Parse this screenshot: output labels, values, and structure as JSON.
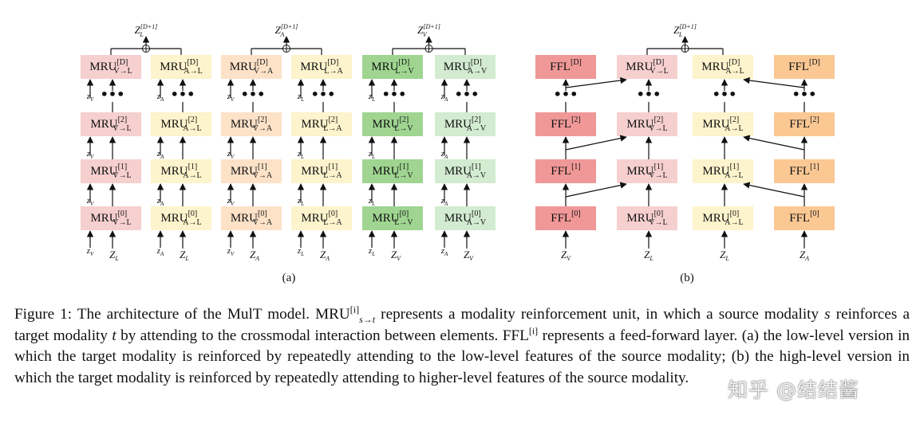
{
  "colors": {
    "red": "#f09898",
    "pink": "#f6cfcf",
    "yellow": "#fdf3cc",
    "peach": "#fde2c8",
    "orange": "#fbc894",
    "green": "#9fd591",
    "lightgreen": "#d3ebd0"
  },
  "figure": {
    "panel_a_label": "(a)",
    "panel_b_label": "(b)",
    "mru_word": "MRU",
    "ffl_word": "FFL",
    "dots": "•••",
    "levels": [
      "[0]",
      "[1]",
      "[2]",
      "[D]"
    ],
    "top_output_sup": "[D+1]",
    "panel_a_groups": [
      {
        "output": "Z",
        "output_sub": "L",
        "columns": [
          {
            "sub": "V→L",
            "input": "z",
            "input_sub": "V",
            "bottom_input": "z",
            "bottom_input_sub": "V",
            "color": "pink"
          },
          {
            "sub": "A→L",
            "input": "z",
            "input_sub": "A",
            "bottom_input": "z",
            "bottom_input_sub": "A",
            "color": "yellow"
          }
        ],
        "base_input": "Z",
        "base_input_sub": "L"
      },
      {
        "output": "Z",
        "output_sub": "A",
        "columns": [
          {
            "sub": "V→A",
            "input": "z",
            "input_sub": "V",
            "bottom_input": "z",
            "bottom_input_sub": "V",
            "color": "peach"
          },
          {
            "sub": "L→A",
            "input": "z",
            "input_sub": "L",
            "bottom_input": "z",
            "bottom_input_sub": "L",
            "color": "yellow"
          }
        ],
        "base_input": "Z",
        "base_input_sub": "A"
      },
      {
        "output": "Z",
        "output_sub": "V",
        "columns": [
          {
            "sub": "L→V",
            "input": "z",
            "input_sub": "L",
            "bottom_input": "z",
            "bottom_input_sub": "L",
            "color": "green"
          },
          {
            "sub": "A→V",
            "input": "z",
            "input_sub": "A",
            "bottom_input": "z",
            "bottom_input_sub": "A",
            "color": "lightgreen"
          }
        ],
        "base_input": "Z",
        "base_input_sub": "V"
      }
    ],
    "panel_b": {
      "output": "Z",
      "output_sub": "L",
      "columns": [
        {
          "kind": "FFL",
          "color": "red",
          "input": "Z",
          "input_sub": "V"
        },
        {
          "kind": "MRU",
          "sub": "V→L",
          "color": "pink",
          "input": "Z",
          "input_sub": "L"
        },
        {
          "kind": "MRU",
          "sub": "A→L",
          "color": "yellow",
          "input": "Z",
          "input_sub": "L"
        },
        {
          "kind": "FFL",
          "color": "orange",
          "input": "Z",
          "input_sub": "A"
        }
      ]
    }
  },
  "caption": {
    "p1": "Figure 1: The architecture of the MulT model. ",
    "mru": "MRU",
    "mru_sup": "[i]",
    "mru_sub": "s→t",
    "p2": " represents a modality reinforcement unit, in which a source modality ",
    "s": "s",
    "p3": " reinforces a target modality ",
    "t": "t",
    "p4": " by attending to the crossmodal interaction between elements. FFL",
    "ffl_sup": "[i]",
    "p5": " represents a feed-forward layer. (a) the low-level version in which the target modality is reinforced by repeatedly attending to the low-level features of the source modality; (b) the high-level version in which the target modality is reinforced by repeatedly attending to higher-level features of the source modality."
  },
  "watermark": "知乎 @结结酱"
}
